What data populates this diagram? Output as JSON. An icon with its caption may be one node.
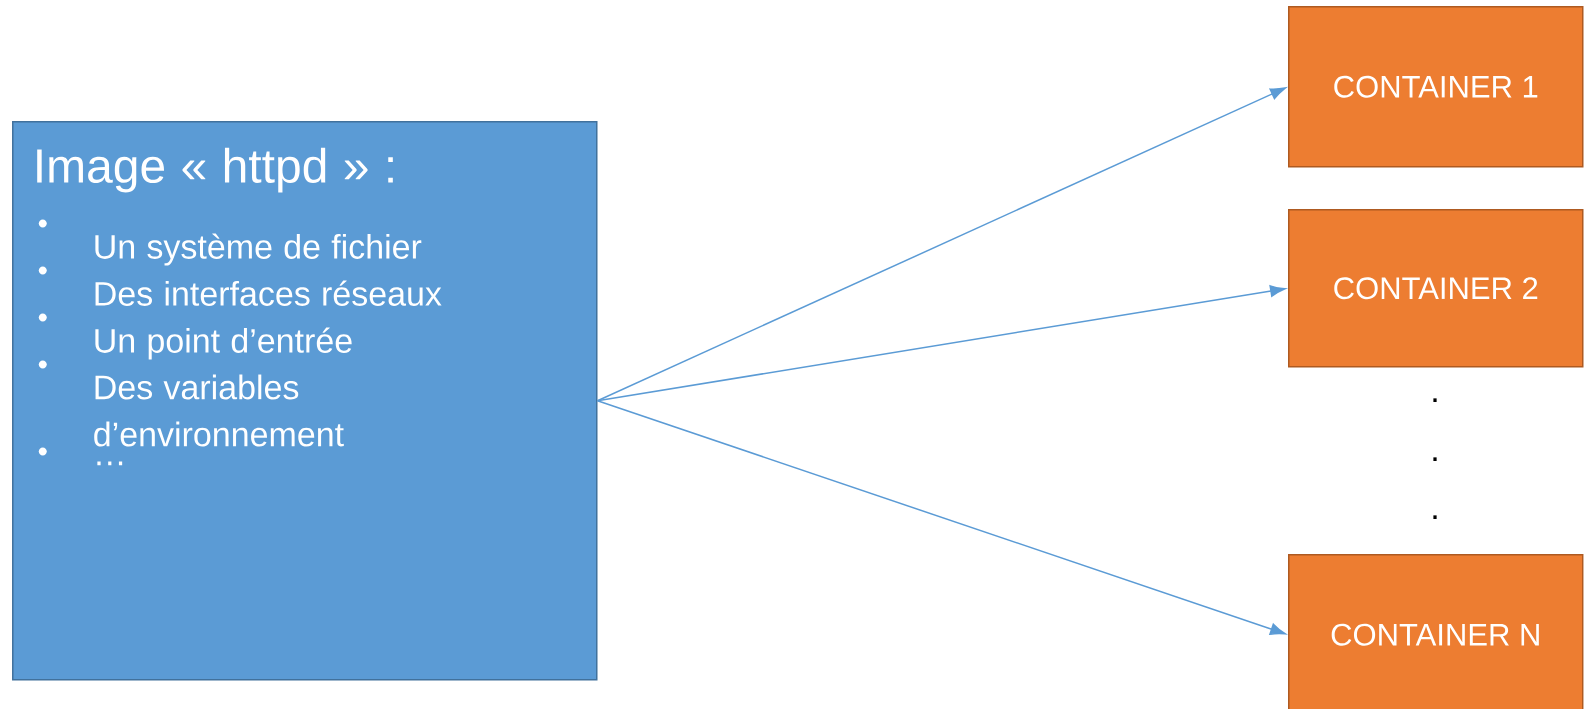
{
  "diagram": {
    "nodes": [
      {
        "text": [
          "Image « httpd » :",
          "Un système de fichier",
          "Des interfaces réseaux",
          "Un point d’entrée",
          "Des variables d’environnement",
          "…"
        ]
      },
      {
        "text": [
          "CONTAINER 1"
        ]
      },
      {
        "text": [
          "CONTAINER 2"
        ]
      },
      {
        "text": [
          "CONTAINER N"
        ]
      }
    ],
    "edges": [
      {
        "from": 0,
        "to": 1,
        "arrow": "to"
      },
      {
        "from": 0,
        "to": 2,
        "arrow": "to"
      },
      {
        "from": 0,
        "to": 3,
        "arrow": "to"
      }
    ],
    "labels": [
      ".",
      ".",
      "."
    ]
  }
}
